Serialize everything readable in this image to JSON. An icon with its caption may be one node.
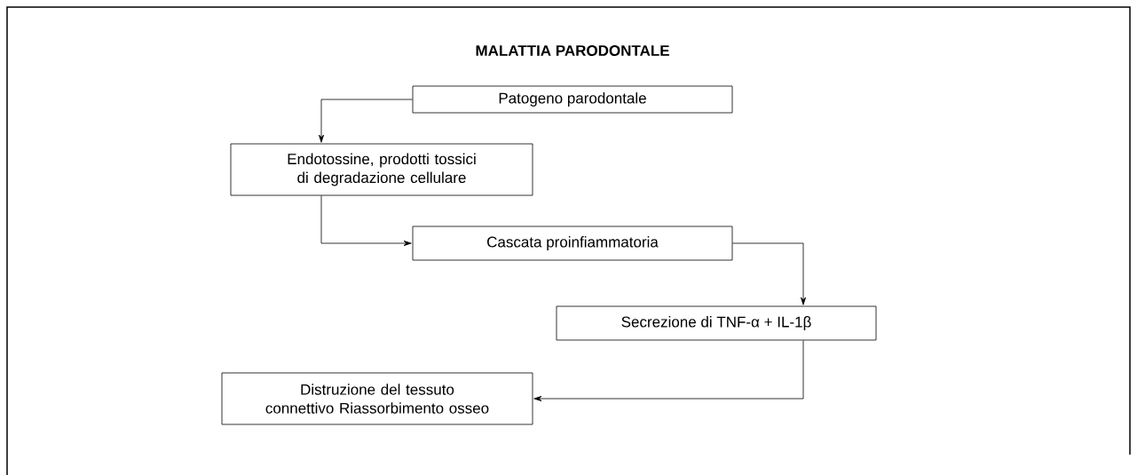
{
  "diagram": {
    "title": "MALATTIA PARODONTALE",
    "nodes": [
      {
        "text": [
          "Patogeno parodontale"
        ]
      },
      {
        "text": [
          "Endotossine, prodotti tossici di degradazione cellulare"
        ]
      },
      {
        "text": [
          "Cascata proinfiammatoria"
        ]
      },
      {
        "text": [
          "Secrezione di TNF-α + IL-1β"
        ]
      },
      {
        "text": [
          "Distruzione del tessuto connettivo Riassorbimento osseo"
        ]
      }
    ],
    "edges": [
      {
        "from": 0,
        "to": 1,
        "arrow": "to"
      },
      {
        "from": 1,
        "to": 2,
        "arrow": "to"
      },
      {
        "from": 2,
        "to": 3,
        "arrow": "to"
      },
      {
        "from": 3,
        "to": 4,
        "arrow": "to"
      }
    ]
  }
}
